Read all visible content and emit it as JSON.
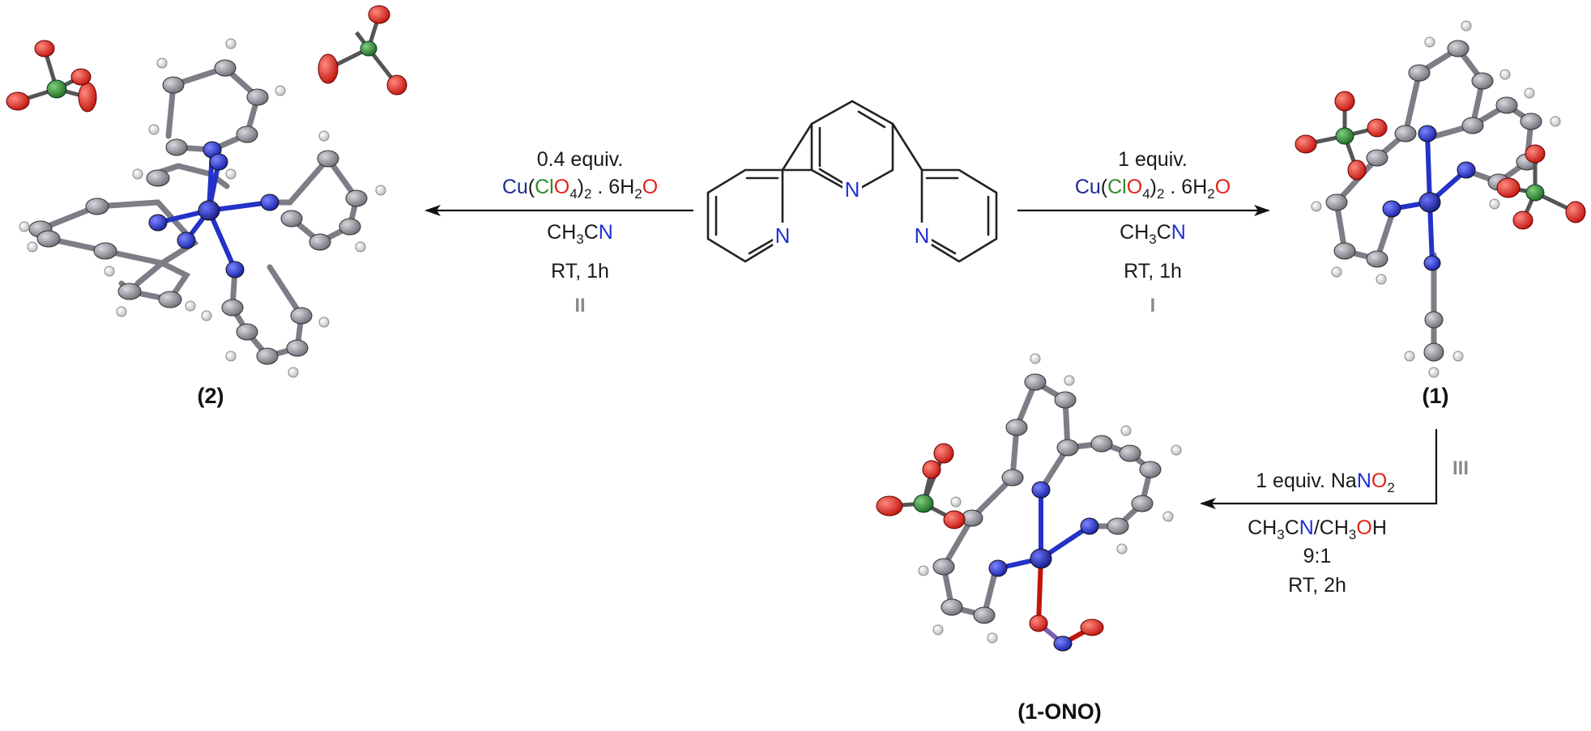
{
  "colors": {
    "nitrogen": "#1f2fd6",
    "oxygen": "#e2231a",
    "chlorine": "#2e8a2e",
    "copper": "#1f2a9a",
    "carbon": "#8f8f98",
    "hydrogen": "#f2f2f2",
    "bond_metal": "#2432c8",
    "arrow": "#111111",
    "roman_numeral": "#8a8a8a"
  },
  "ligand": {
    "atom_label": "N"
  },
  "reaction_I": {
    "equiv": "1 equiv.",
    "reagent": {
      "cu": "Cu",
      "paren_open": "(",
      "cl": "Cl",
      "o": "O",
      "sub4": "4",
      "paren_close": ")",
      "sub2": "2",
      "dot_hydrate": " . 6H",
      "sub_h2": "2",
      "o2": "O"
    },
    "solvent": {
      "ch3": "CH",
      "sub3": "3",
      "c": "C",
      "n": "N"
    },
    "conditions": "RT, 1h",
    "numeral": "I"
  },
  "reaction_II": {
    "equiv": "0.4 equiv.",
    "reagent": {
      "cu": "Cu",
      "paren_open": "(",
      "cl": "Cl",
      "o": "O",
      "sub4": "4",
      "paren_close": ")",
      "sub2": "2",
      "dot_hydrate": " . 6H",
      "sub_h2": "2",
      "o2": "O"
    },
    "solvent": {
      "ch3": "CH",
      "sub3": "3",
      "c": "C",
      "n": "N"
    },
    "conditions": "RT, 1h",
    "numeral": "II"
  },
  "reaction_III": {
    "equiv": "1 equiv. Na",
    "nitrite_n": "N",
    "nitrite_o": "O",
    "nitrite_sub": "2",
    "solvent": {
      "ch3_a": "CH",
      "sub3_a": "3",
      "c": "C",
      "n": "N",
      "slash": "/CH",
      "sub3_b": "3",
      "o": "O",
      "h": "H"
    },
    "ratio": "9:1",
    "conditions": "RT, 2h",
    "numeral": "III"
  },
  "labels": {
    "compound_1": "(1)",
    "compound_2": "(2)",
    "compound_1_ono": "(1-ONO)"
  }
}
